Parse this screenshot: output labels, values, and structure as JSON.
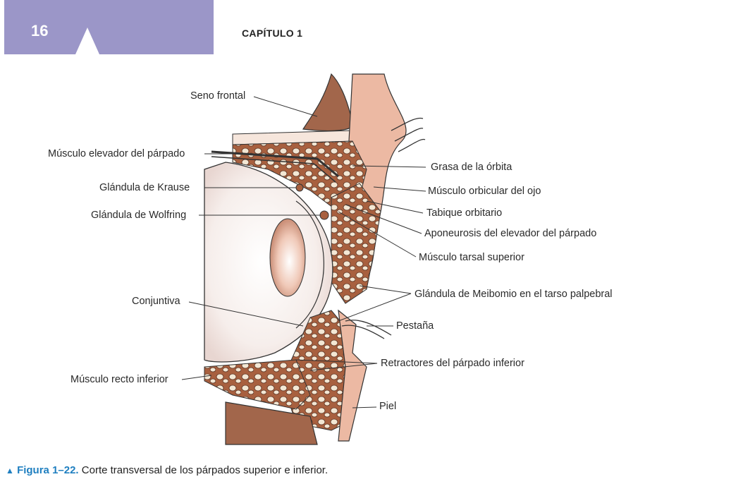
{
  "header": {
    "page_number": "16",
    "chapter": "CAPÍTULO 1",
    "accent_color": "#9b96c8"
  },
  "figure": {
    "labels_left": {
      "seno_frontal": "Seno frontal",
      "musculo_elevador": "Músculo elevador del párpado",
      "glandula_krause": "Glándula de Krause",
      "glandula_wolfring": "Glándula de Wolfring",
      "conjuntiva": "Conjuntiva",
      "musculo_recto_inferior": "Músculo recto inferior"
    },
    "labels_right": {
      "grasa_orbita": "Grasa de la órbita",
      "musculo_orbicular": "Músculo orbicular del ojo",
      "tabique_orbitario": "Tabique orbitario",
      "aponeurosis": "Aponeurosis del elevador del párpado",
      "musculo_tarsal": "Músculo tarsal superior",
      "glandula_meibomio": "Glándula de Meibomio en el tarso palpebral",
      "pestana": "Pestaña",
      "retractores": "Retractores del párpado inferior",
      "piel": "Piel"
    },
    "colors": {
      "skin": "#ecb9a3",
      "muscle": "#a8603f",
      "fat": "#f3e7d4",
      "sinus": "#a2664b",
      "eye": "#f1e6e2"
    }
  },
  "caption": {
    "marker": "▲",
    "figure_label": "Figura 1–22.",
    "text": "Corte transversal de los párpados superior e inferior."
  }
}
